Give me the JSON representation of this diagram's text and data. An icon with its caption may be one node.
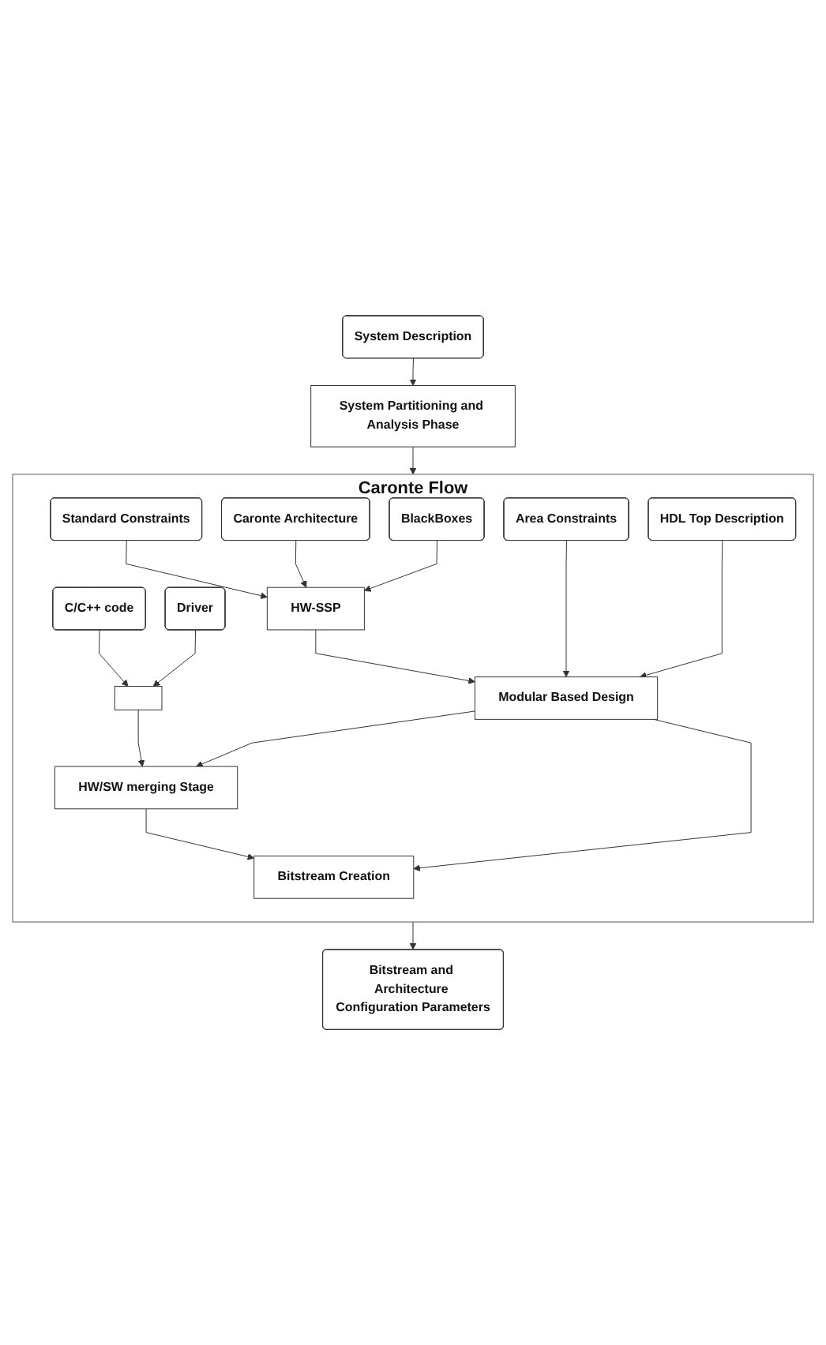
{
  "diagram": {
    "nodes": [
      {
        "text": [
          "System Description"
        ]
      },
      {
        "text": [
          "System Partitioning and Analysis Phase"
        ]
      },
      {
        "text": [
          "Caronte Flow"
        ]
      },
      {
        "text": [
          "Standard Constraints"
        ],
        "in": 2
      },
      {
        "text": [
          "Caronte Architecture"
        ],
        "in": 2
      },
      {
        "text": [
          "BlackBoxes"
        ],
        "in": 2
      },
      {
        "text": [
          "C/C++ code"
        ],
        "in": 2
      },
      {
        "text": [
          "Driver"
        ],
        "in": 2
      },
      {
        "text": [],
        "shape": "box",
        "in": 2
      },
      {
        "text": [
          "HW-SSP"
        ],
        "in": 2
      },
      {
        "text": [
          "Area Constraints"
        ],
        "in": 2
      },
      {
        "text": [
          "Modular Based Design"
        ],
        "in": 2
      },
      {
        "text": [
          "HDL Top Description"
        ],
        "in": 2
      },
      {
        "text": [
          "HW/SW merging Stage"
        ],
        "in": 2
      },
      {
        "text": [
          "Bitstream Creation"
        ],
        "in": 2
      },
      {
        "text": [
          "Bitstream and Architecture Configuration Parameters"
        ]
      }
    ],
    "edges": [
      {
        "from": 0,
        "to": 1,
        "arrow": "to"
      },
      {
        "from": 1,
        "to": 2,
        "arrow": "to"
      },
      {
        "from": 3,
        "to": 9,
        "arrow": "to"
      },
      {
        "from": 4,
        "to": 9,
        "arrow": "to"
      },
      {
        "from": 5,
        "to": 9,
        "arrow": "to"
      },
      {
        "from": 6,
        "to": 8,
        "arrow": "to"
      },
      {
        "from": 7,
        "to": 8,
        "arrow": "to"
      },
      {
        "from": 9,
        "to": 11,
        "arrow": "to"
      },
      {
        "from": 10,
        "to": 11,
        "arrow": "to"
      },
      {
        "from": 12,
        "to": 11,
        "arrow": "to"
      },
      {
        "from": 8,
        "to": 13,
        "arrow": "to"
      },
      {
        "from": 11,
        "to": 13,
        "arrow": "to"
      },
      {
        "from": 13,
        "to": 14,
        "arrow": "to"
      },
      {
        "from": 11,
        "to": 14,
        "arrow": "to"
      },
      {
        "from": 2,
        "to": 15,
        "arrow": "to"
      }
    ]
  }
}
